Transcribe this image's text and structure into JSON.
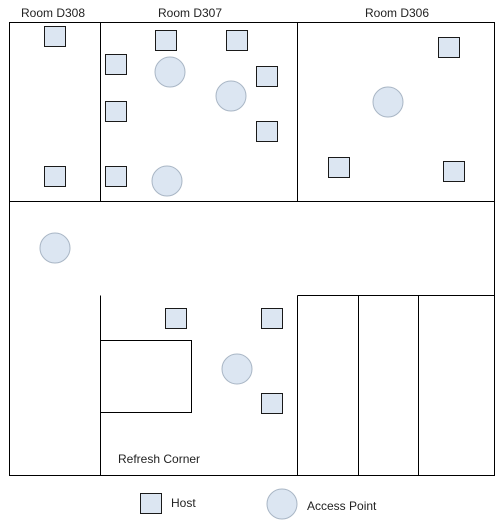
{
  "rooms": [
    {
      "label": "Room D308"
    },
    {
      "label": "Room D307"
    },
    {
      "label": "Room D306"
    }
  ],
  "areas": {
    "refresh_corner": "Refresh Corner"
  },
  "legend": {
    "host": "Host",
    "access_point": "Access Point"
  },
  "colors": {
    "host_fill": "#dce6f2",
    "host_stroke": "#1a1a1a",
    "ap_fill": "#dce6f2",
    "ap_stroke": "#a9b6c5",
    "wall": "#000000"
  },
  "icons": {
    "host": "square-host-icon",
    "access_point": "circle-access-point-icon"
  }
}
